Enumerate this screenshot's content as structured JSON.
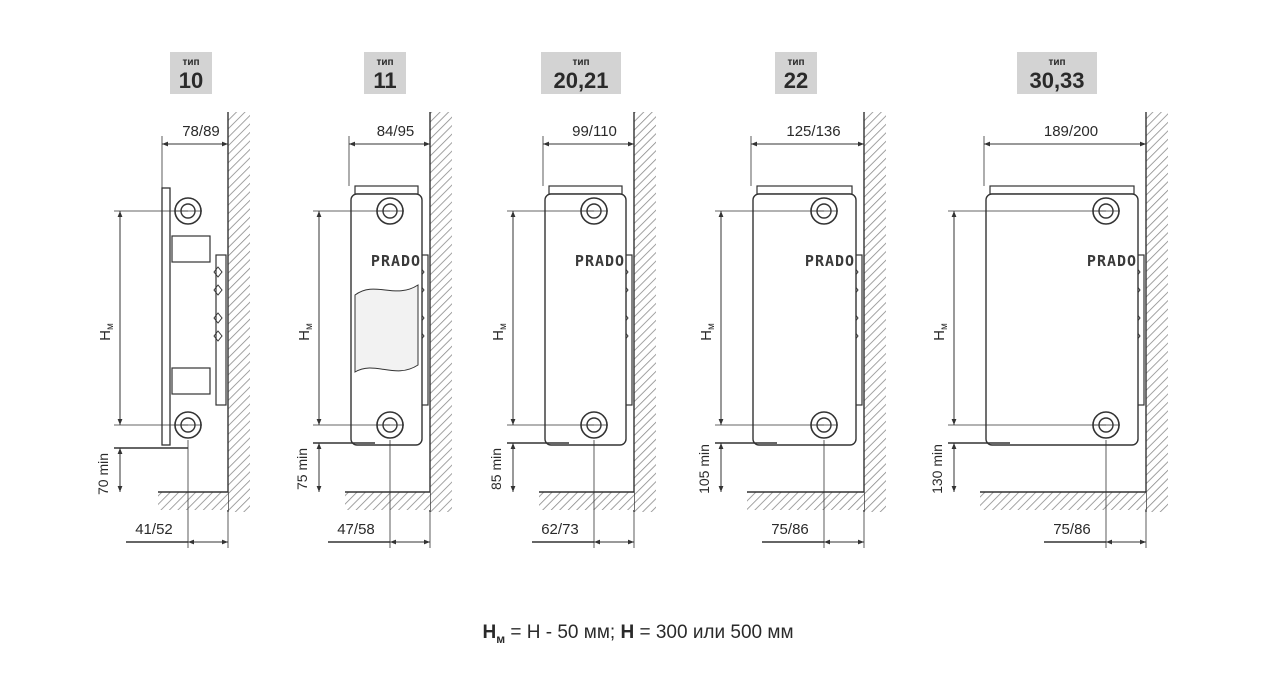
{
  "diagrams": [
    {
      "type_label": "тип",
      "type_number": "10",
      "top_width": "78/89",
      "gap_label": "70 min",
      "bottom_depth": "41/52",
      "height_label": "Н",
      "height_sub": "м",
      "brand": ""
    },
    {
      "type_label": "тип",
      "type_number": "11",
      "top_width": "84/95",
      "gap_label": "75 min",
      "bottom_depth": "47/58",
      "height_label": "Н",
      "height_sub": "м",
      "brand": "PRADO"
    },
    {
      "type_label": "тип",
      "type_number": "20,21",
      "top_width": "99/110",
      "gap_label": "85 min",
      "bottom_depth": "62/73",
      "height_label": "Н",
      "height_sub": "м",
      "brand": "PRADO"
    },
    {
      "type_label": "тип",
      "type_number": "22",
      "top_width": "125/136",
      "gap_label": "105 min",
      "bottom_depth": "75/86",
      "height_label": "Н",
      "height_sub": "м",
      "brand": "PRADO"
    },
    {
      "type_label": "тип",
      "type_number": "30,33",
      "top_width": "189/200",
      "gap_label": "130 min",
      "bottom_depth": "75/86",
      "height_label": "Н",
      "height_sub": "м",
      "brand": "PRADO"
    }
  ],
  "formula": {
    "hm_symbol": "Н",
    "hm_sub": "м",
    "eq1": " = Н - 50 мм; ",
    "h_symbol": "Н",
    "eq2": " = 300 или 500 мм"
  },
  "colors": {
    "ink": "#2a2a2a",
    "badge": "#d3d3d3",
    "wall_hatch": "#8a8a8a"
  }
}
